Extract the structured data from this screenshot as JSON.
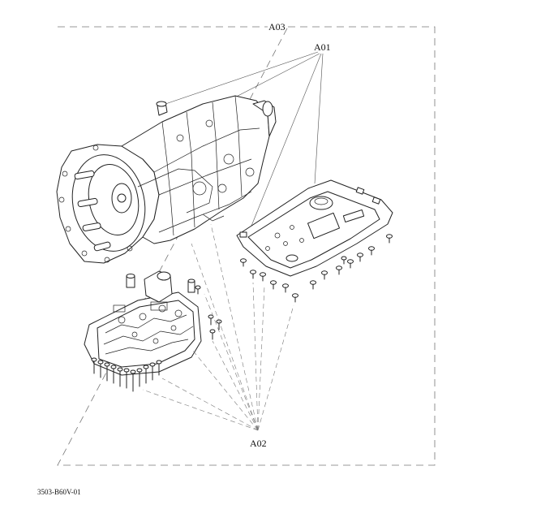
{
  "diagram": {
    "labels": {
      "assembly": "A03",
      "housing": "A01",
      "fasteners": "A02"
    },
    "doc_number": "3503-B60V-01"
  }
}
